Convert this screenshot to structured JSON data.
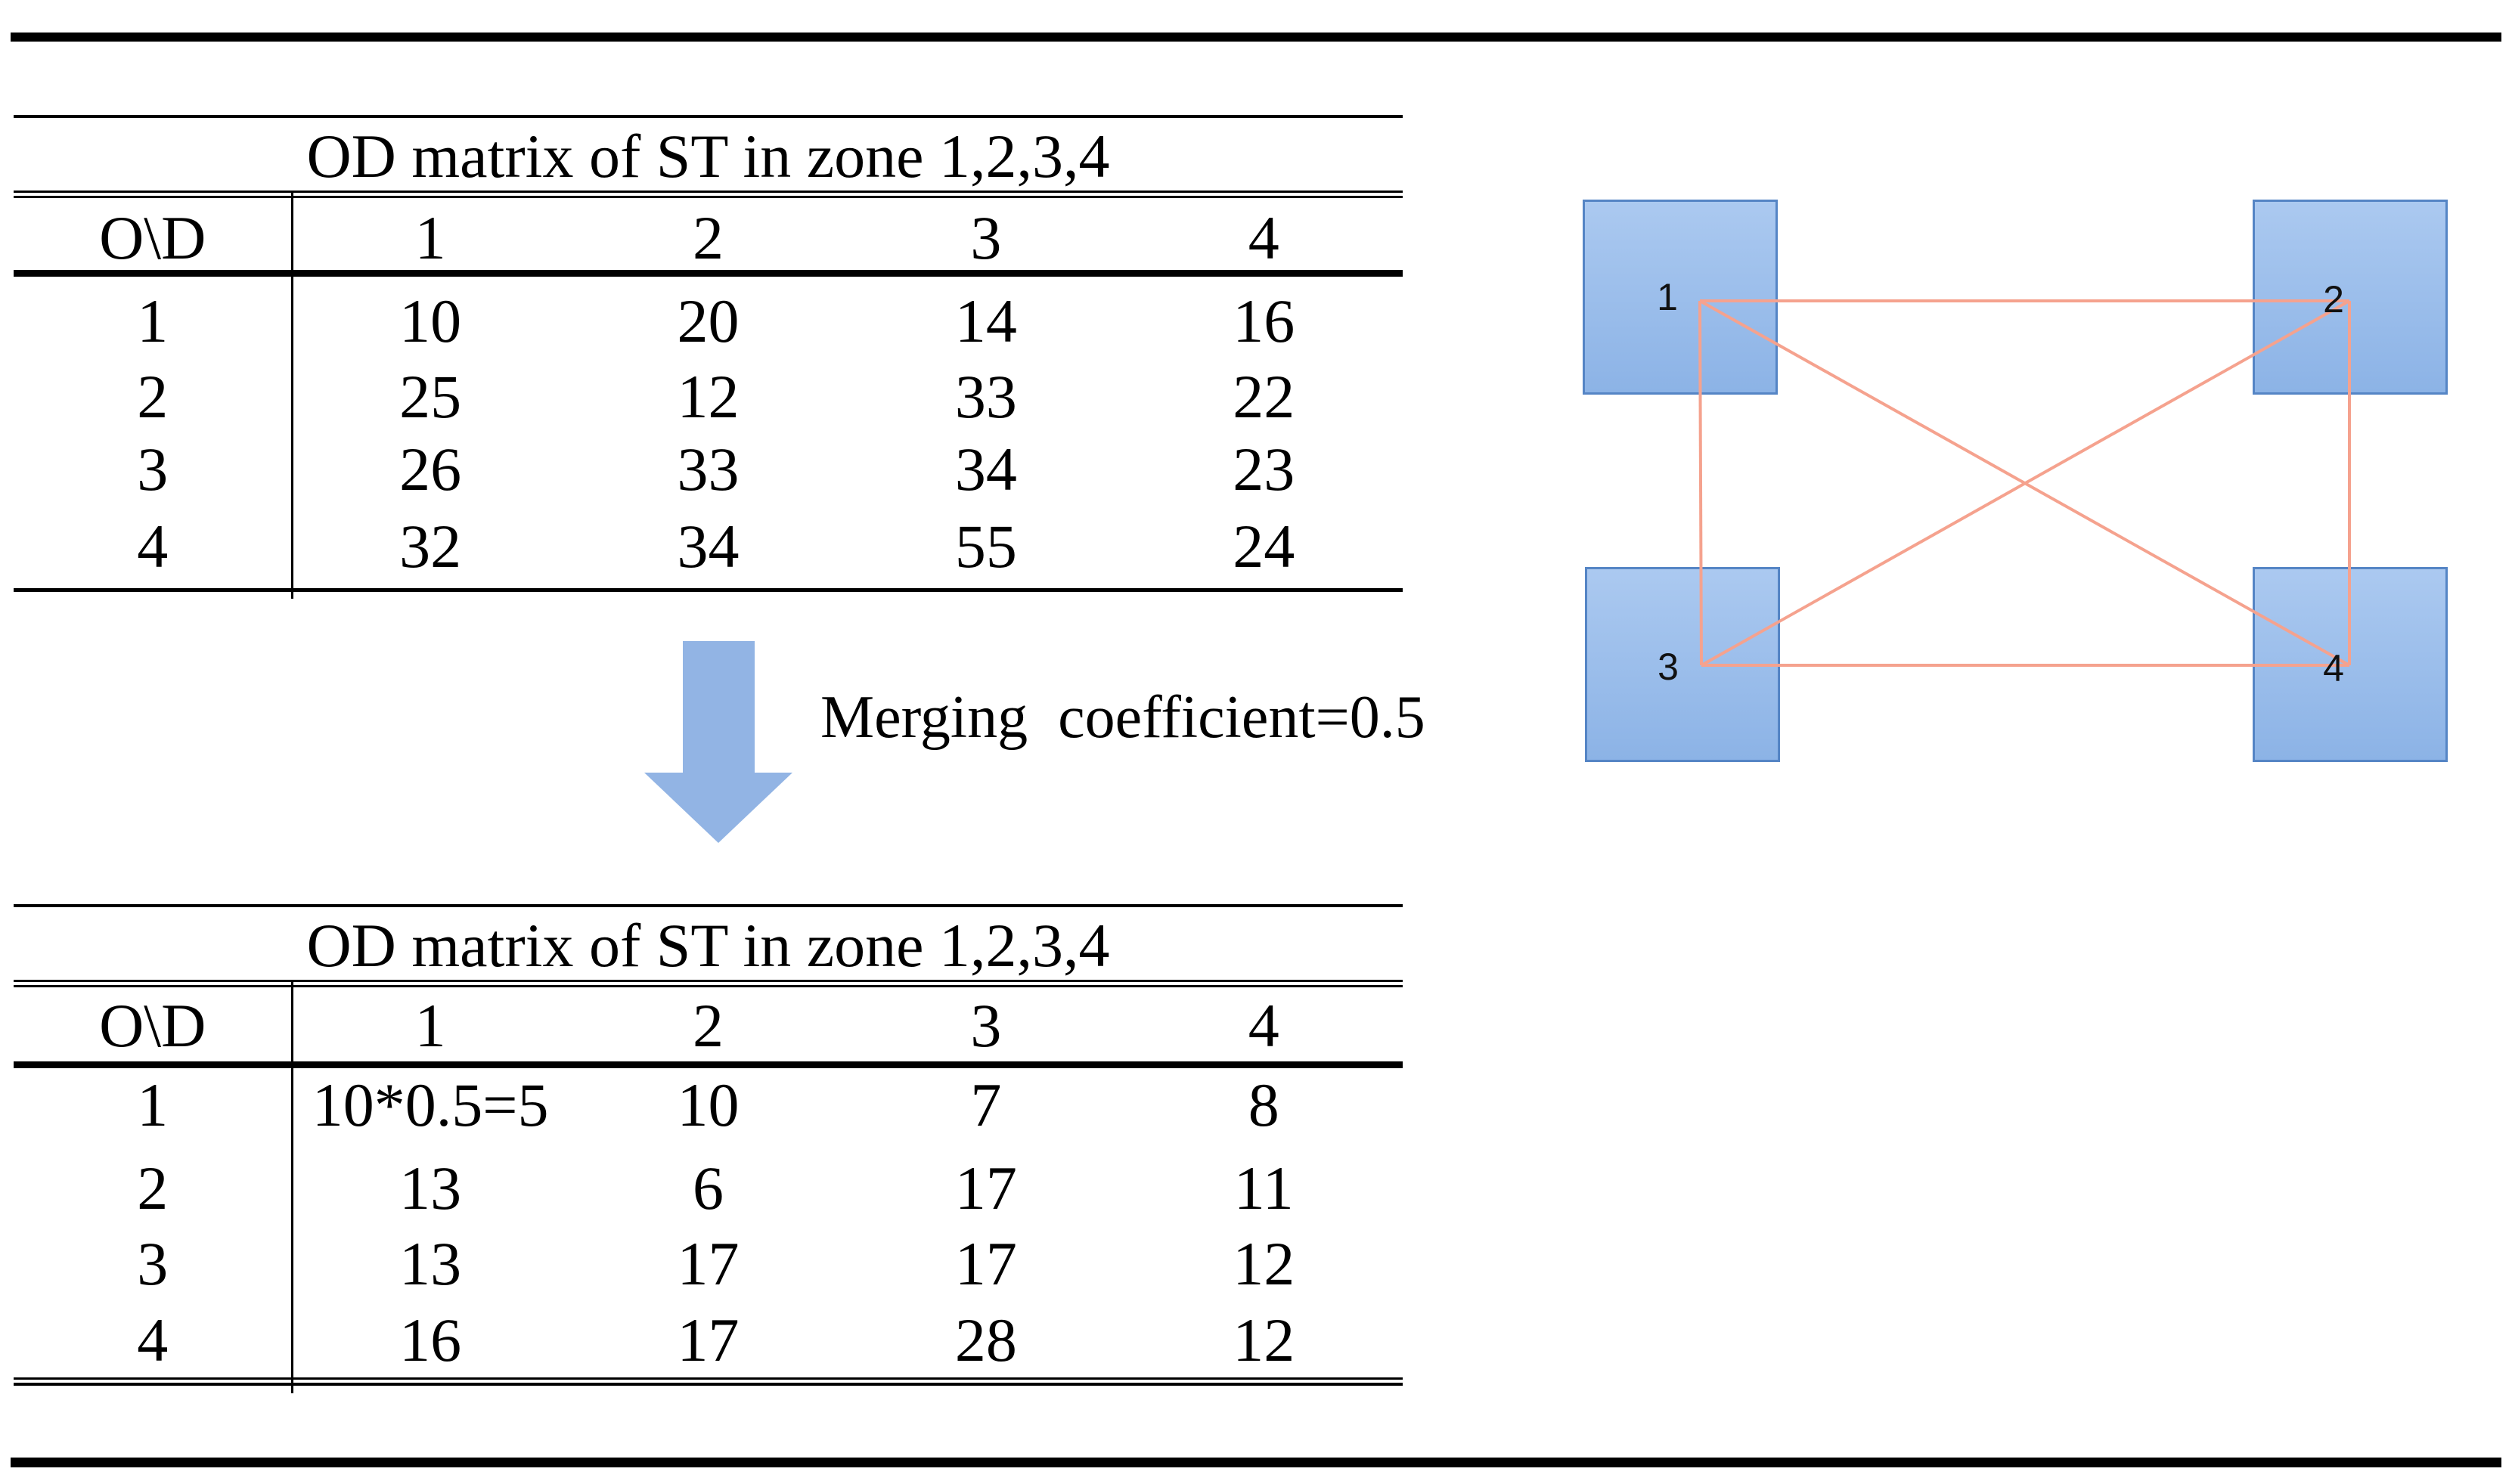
{
  "colors": {
    "edge_color": "#f5a28e",
    "node_border": "#5585c5",
    "node_fill_top": "#abc9f0",
    "node_fill_bottom": "#8cb3e6",
    "arrow_fill": "#92b4e4",
    "rule_color": "#000000",
    "text_color": "#000000"
  },
  "top_table": {
    "title": "OD matrix of ST in zone 1,2,3,4",
    "corner": "O\\D",
    "col_headers": [
      "1",
      "2",
      "3",
      "4"
    ],
    "rows": [
      {
        "label": "1",
        "cells": [
          "10",
          "20",
          "14",
          "16"
        ]
      },
      {
        "label": "2",
        "cells": [
          "25",
          "12",
          "33",
          "22"
        ]
      },
      {
        "label": "3",
        "cells": [
          "26",
          "33",
          "34",
          "23"
        ]
      },
      {
        "label": "4",
        "cells": [
          "32",
          "34",
          "55",
          "24"
        ]
      }
    ]
  },
  "arrow": {
    "label": "Merging coefficient=0.5"
  },
  "bottom_table": {
    "title": "OD matrix of ST in zone 1,2,3,4",
    "corner": "O\\D",
    "col_headers": [
      "1",
      "2",
      "3",
      "4"
    ],
    "rows": [
      {
        "label": "1",
        "cells": [
          "10*0.5=5",
          "10",
          "7",
          "8"
        ]
      },
      {
        "label": "2",
        "cells": [
          "13",
          "6",
          "17",
          "11"
        ]
      },
      {
        "label": "3",
        "cells": [
          "13",
          "17",
          "17",
          "12"
        ]
      },
      {
        "label": "4",
        "cells": [
          "16",
          "17",
          "28",
          "12"
        ]
      }
    ]
  },
  "network": {
    "nodes": [
      {
        "label": "1"
      },
      {
        "label": "2"
      },
      {
        "label": "3"
      },
      {
        "label": "4"
      }
    ],
    "edges": [
      [
        "1",
        "2"
      ],
      [
        "3",
        "4"
      ],
      [
        "1",
        "3"
      ],
      [
        "2",
        "4"
      ],
      [
        "1",
        "4"
      ],
      [
        "2",
        "3"
      ]
    ]
  }
}
